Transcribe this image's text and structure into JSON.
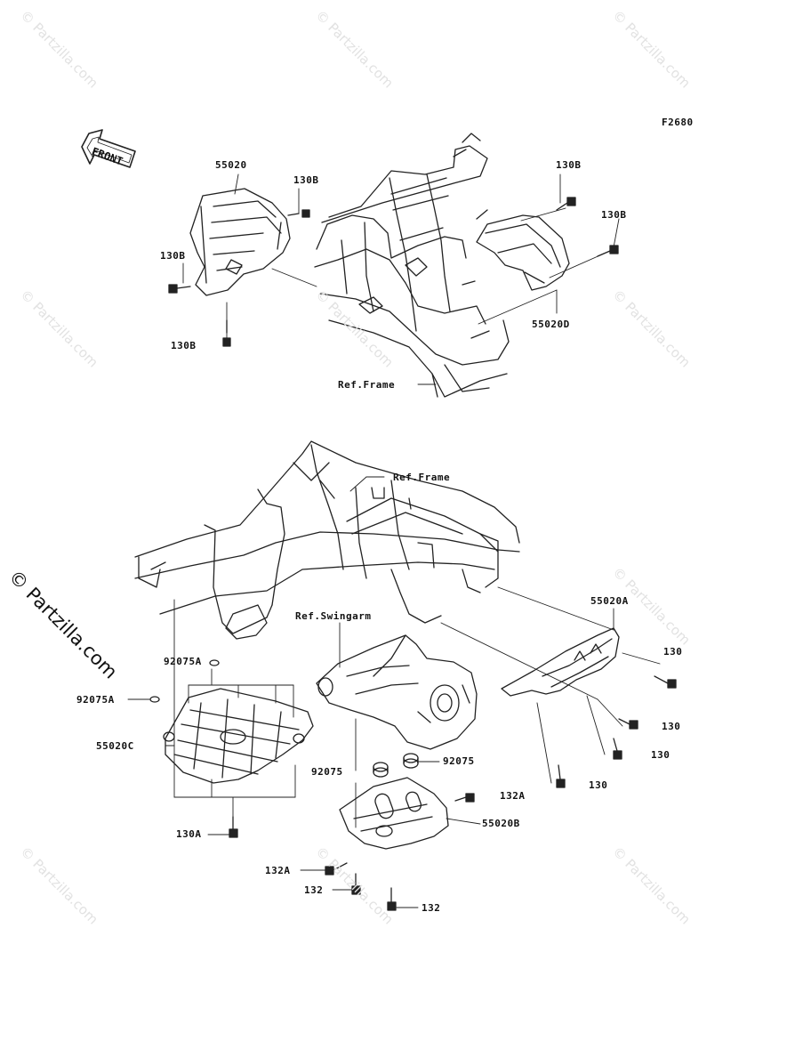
{
  "figure_code": "F2680",
  "front_label": "FRONT",
  "watermark": "© Partzilla.com",
  "side_watermark": "© Partzilla.com",
  "labels": {
    "l55020": "55020",
    "l130b_top": "130B",
    "l130b_left": "130B",
    "l130b_bottom": "130B",
    "l130b_right1": "130B",
    "l130b_right2": "130B",
    "l55020d": "55020D",
    "ref_frame_top": "Ref.Frame",
    "ref_frame_bottom": "Ref.Frame",
    "ref_swingarm": "Ref.Swingarm",
    "l55020a": "55020A",
    "l130_1": "130",
    "l130_2": "130",
    "l130_3": "130",
    "l130_4": "130",
    "l92075a_1": "92075A",
    "l92075a_2": "92075A",
    "l55020c": "55020C",
    "l92075_1": "92075",
    "l92075_2": "92075",
    "l132a_1": "132A",
    "l132a_2": "132A",
    "l55020b": "55020B",
    "l130a": "130A",
    "l132_1": "132",
    "l132_2": "132"
  }
}
